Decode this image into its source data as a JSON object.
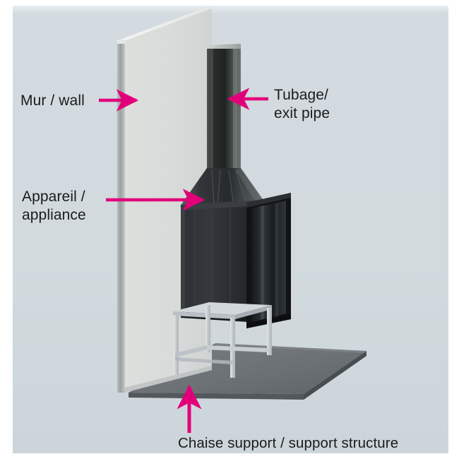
{
  "figure": {
    "kind": "technical-illustration",
    "subject": "Wood stove / appliance connected to an exit flue pipe, mounted on a support structure against a wall",
    "background_color": "#d2dade",
    "page_color": "#ffffff",
    "annotation_color": "#e2007a",
    "label_color": "#1b1b1b"
  },
  "labels": {
    "wall": {
      "text": "Mur / wall",
      "arrow": "points-right",
      "target": "wall-panel"
    },
    "exit_pipe": {
      "line1": "Tubage/",
      "line2": "exit pipe",
      "arrow": "points-left",
      "target": "flue-pipe"
    },
    "appliance": {
      "line1": "Appareil /",
      "line2": "appliance",
      "arrow": "points-right",
      "target": "stove-body"
    },
    "support_structure": {
      "text": "Chaise support / support structure",
      "arrow": "points-up",
      "target": "support-frame"
    }
  },
  "parts": {
    "wall_panel": "wall-panel",
    "flue_pipe": "flue-pipe",
    "flue_cone": "flue-transition-cone",
    "stove_body": "stove-body",
    "stove_door": "stove-door",
    "support_frame": "support-frame",
    "floor_slab": "floor-slab"
  },
  "colors": {
    "wall_face": "#d9dcda",
    "wall_edge": "#9a9e9f",
    "pipe_dark": "#2b2f2e",
    "pipe_light": "#6f7573",
    "stove_dark": "#24272a",
    "stove_mid": "#3c4145",
    "door_glass": "#1d2023",
    "frame_metal": "#c8cdd1",
    "floor_gray": "#6e7377"
  }
}
